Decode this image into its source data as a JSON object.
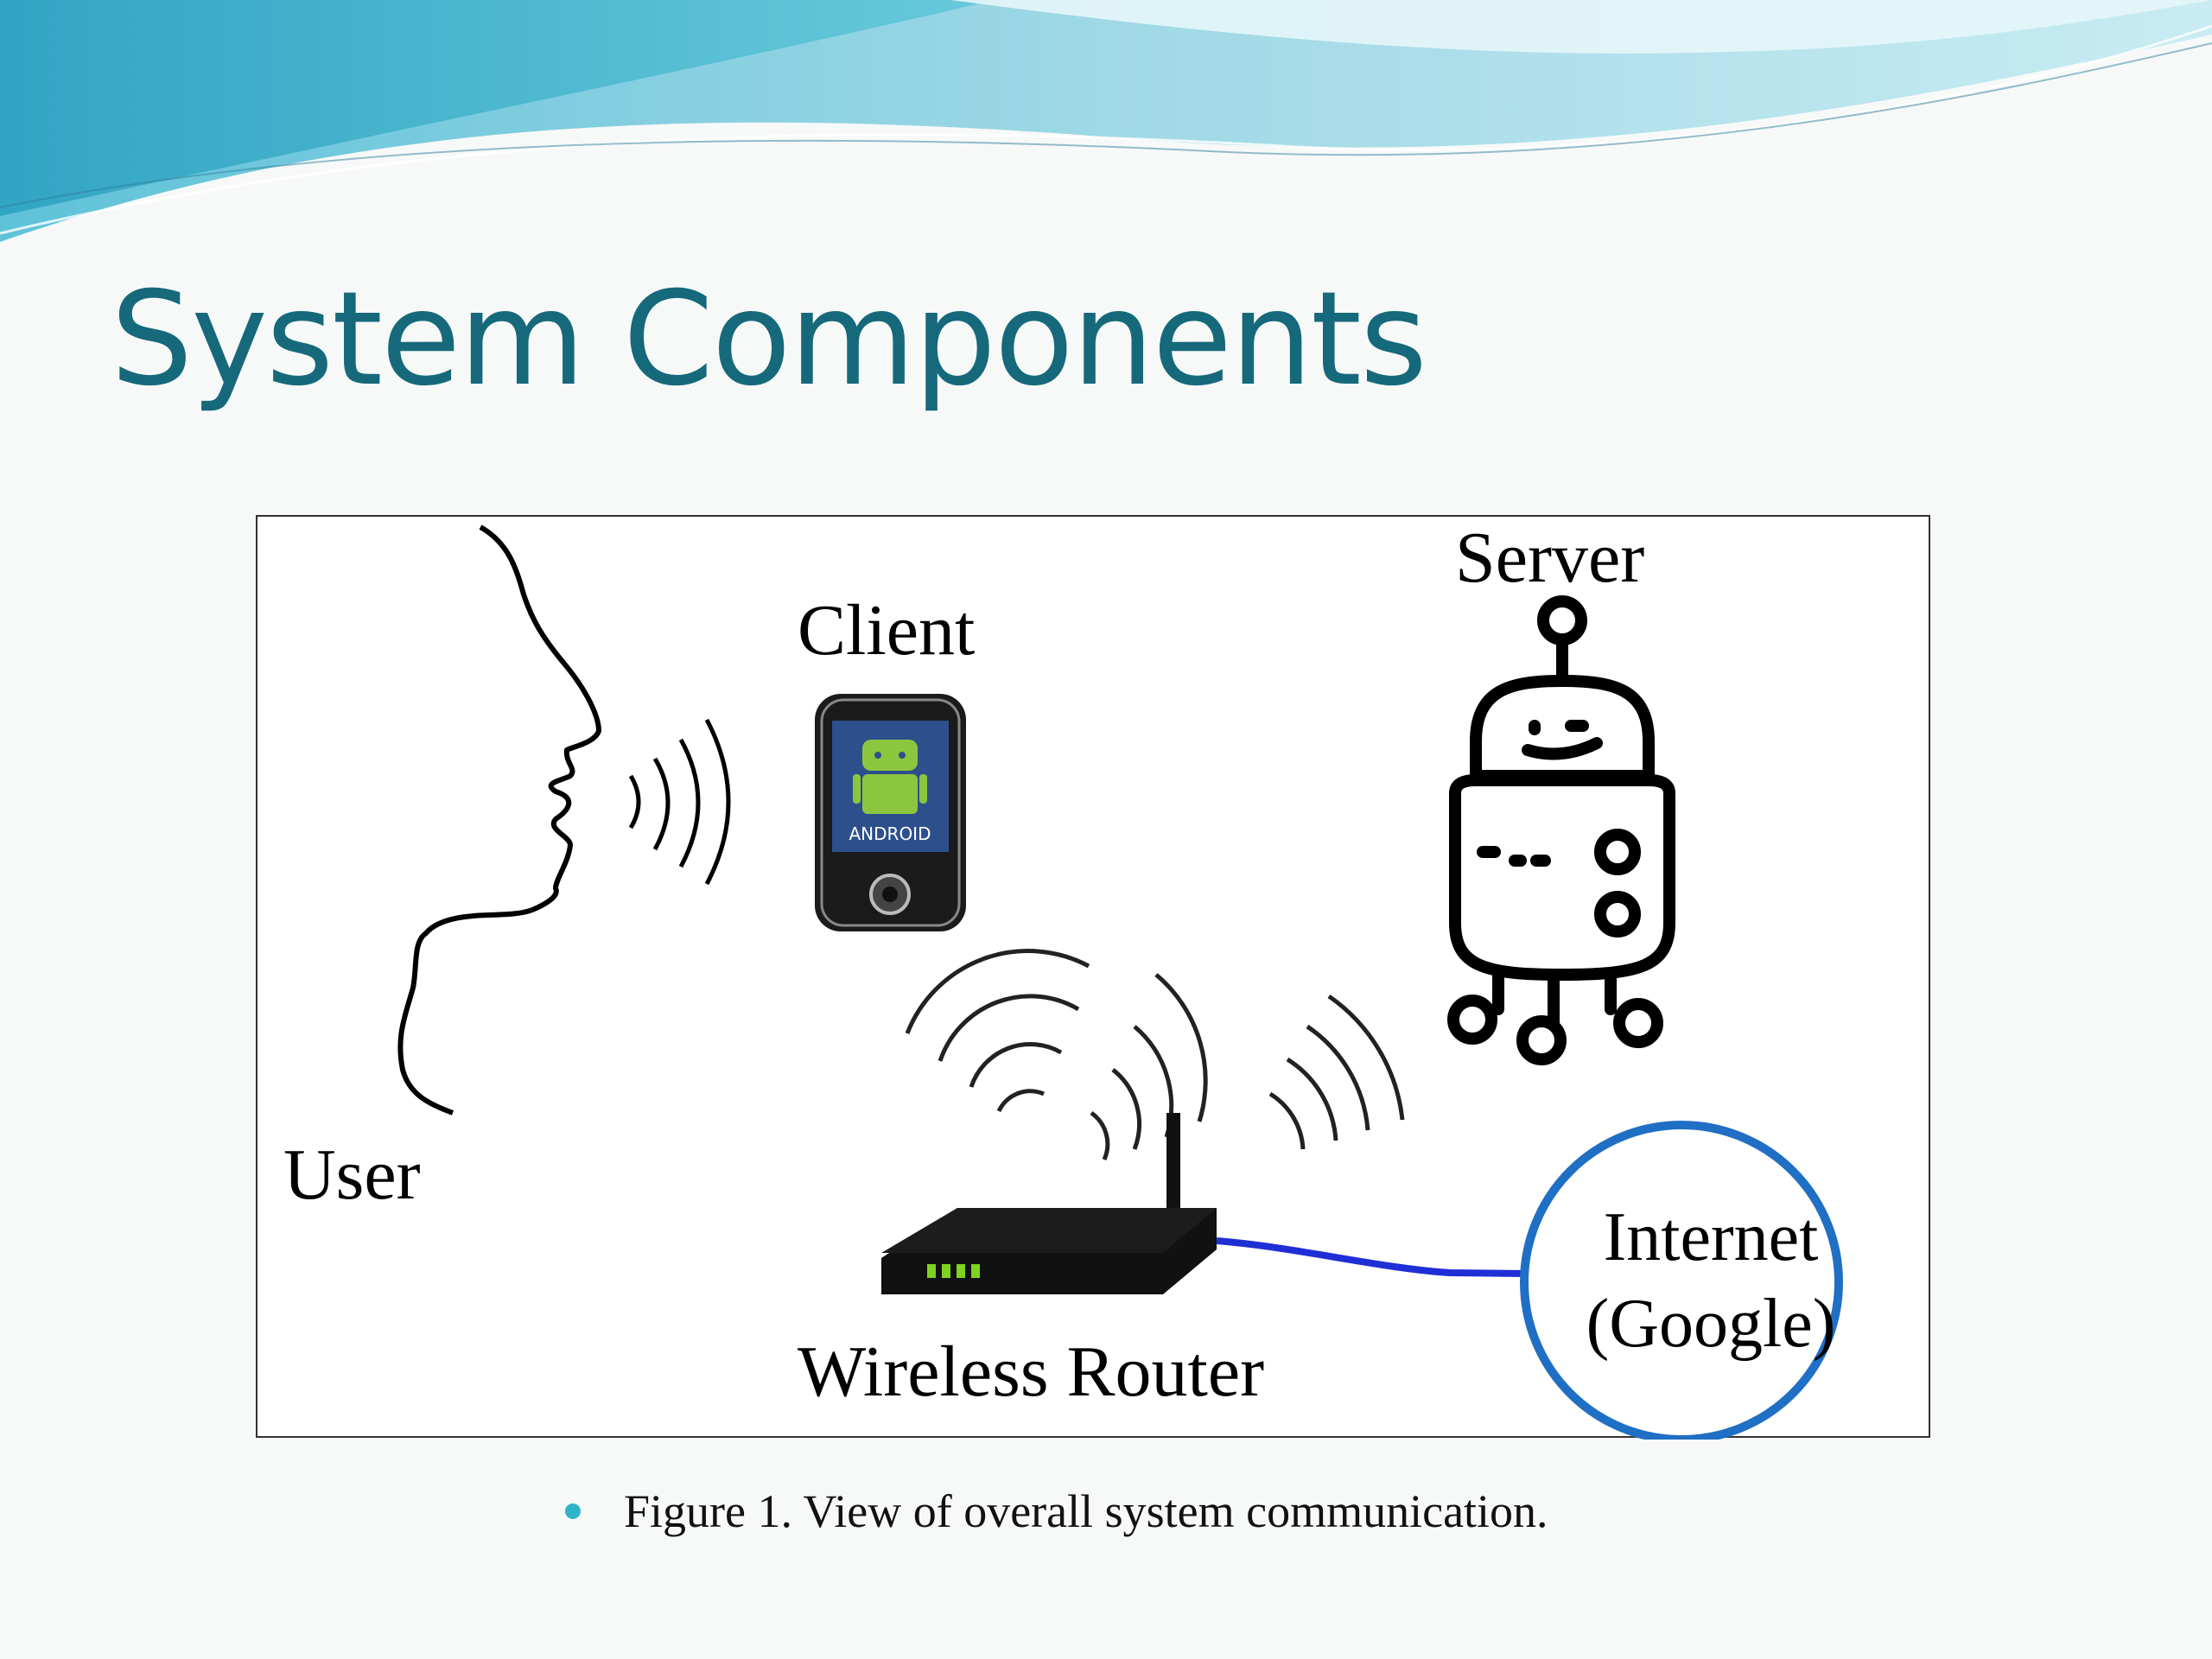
{
  "slide": {
    "title": "System Components",
    "caption": "Figure 1. View of overall system communication."
  },
  "diagram": {
    "labels": {
      "user": "User",
      "client": "Client",
      "server": "Server",
      "router": "Wireless Router",
      "internet_line1": "Internet",
      "internet_line2": "(Google)"
    },
    "phone_screen_text": "ANDROID"
  },
  "colors": {
    "title": "#16697a",
    "banner_light": "#bfe6ef",
    "banner_mid": "#7cc9dd",
    "banner_dark": "#3fa9c6",
    "link_line": "#1f2fd6",
    "internet_circle": "#1f6fc4",
    "bullet": "#2fb3c8"
  },
  "icons": [
    "face-profile-icon",
    "android-phone-icon",
    "robot-icon",
    "router-icon",
    "wifi-signal-icon"
  ]
}
